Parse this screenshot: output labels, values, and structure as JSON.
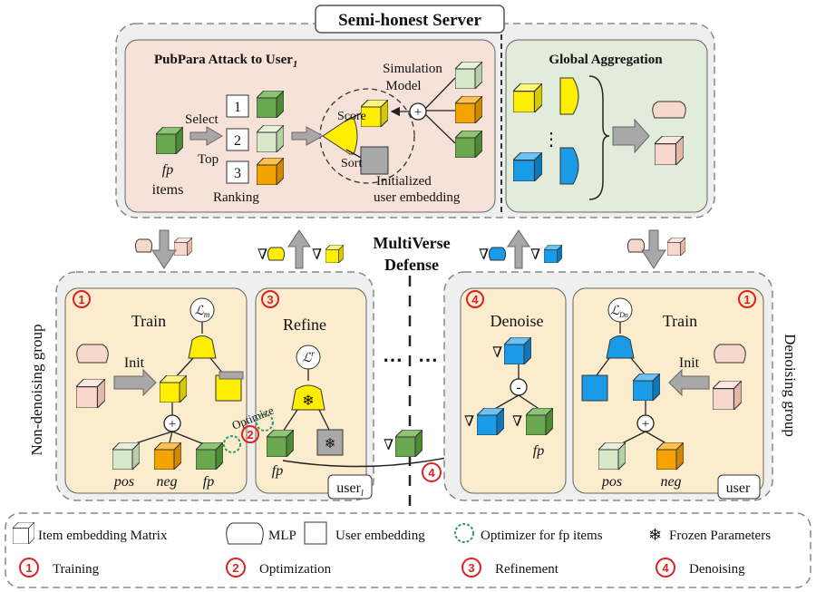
{
  "server": {
    "title": "Semi-honest Server",
    "attack_panel": {
      "title_prefix": "PubPara Attack to User",
      "title_sub": "1",
      "sim_model_line1": "Simulation",
      "sim_model_line2": "Model",
      "score": "Score",
      "sort": "Sort",
      "select": "Select",
      "top": "Top",
      "ranking": "Ranking",
      "rank_numbers": [
        "1",
        "2",
        "3"
      ],
      "fp_label": "fp",
      "items_label": "items",
      "init_embed_line1": "Initialized",
      "init_embed_line2": "user embedding"
    },
    "global_panel": {
      "title": "Global Aggregation",
      "dots": "⋮"
    }
  },
  "middle": {
    "defense_line1": "MultiVerse",
    "defense_line2": "Defense",
    "nabla": "∇",
    "ellipsis": "⋯"
  },
  "non_denoising": {
    "group_label": "Non-denoising group",
    "train": {
      "num": "1",
      "title": "Train",
      "loss": "ℒ",
      "loss_sub": "m",
      "init": "Init",
      "plus": "+",
      "optimize": "Optimize",
      "opt_num": "2",
      "pos": "pos",
      "neg": "neg",
      "fp": "fp"
    },
    "refine": {
      "num": "3",
      "title": "Refine",
      "loss": "ℒ",
      "loss_sup": "r",
      "fp": "fp",
      "user": "user",
      "user_sub": "l"
    }
  },
  "denoising": {
    "group_label": "Denoising group",
    "denoise": {
      "num": "4",
      "title": "Denoise",
      "nabla": "∇",
      "minus": "-",
      "fp": "fp"
    },
    "train": {
      "num": "1",
      "title": "Train",
      "loss": "ℒ",
      "loss_sub": "Dn",
      "init": "Init",
      "plus": "+",
      "pos": "pos",
      "neg": "neg",
      "user": "user"
    },
    "arrow_num": "4"
  },
  "legend": {
    "items": [
      {
        "label": "Item embedding Matrix",
        "icon": "cube-icon"
      },
      {
        "label": "MLP",
        "icon": "mlp-icon"
      },
      {
        "label": "User embedding",
        "icon": "square-icon"
      },
      {
        "label": "Optimizer for fp items",
        "icon": "gear-icon"
      },
      {
        "label": "Frozen Parameters",
        "icon": "snowflake-icon"
      }
    ],
    "steps": [
      {
        "num": "1",
        "label": "Training"
      },
      {
        "num": "2",
        "label": "Optimization"
      },
      {
        "num": "3",
        "label": "Refinement"
      },
      {
        "num": "4",
        "label": "Denoising"
      }
    ]
  },
  "colors": {
    "server_bg": "#efefef",
    "attack_bg": "#f6e2d8",
    "global_bg": "#e2ecda",
    "panel_bg": "#fbeccd",
    "yellow": "#ffee00",
    "green_dark": "#6aa84f",
    "green_light": "#d6e8c8",
    "orange": "#f5a300",
    "blue": "#1a9be8",
    "pink": "#f8d8cc",
    "gray": "#a8a8a8",
    "red": "#e02020"
  }
}
